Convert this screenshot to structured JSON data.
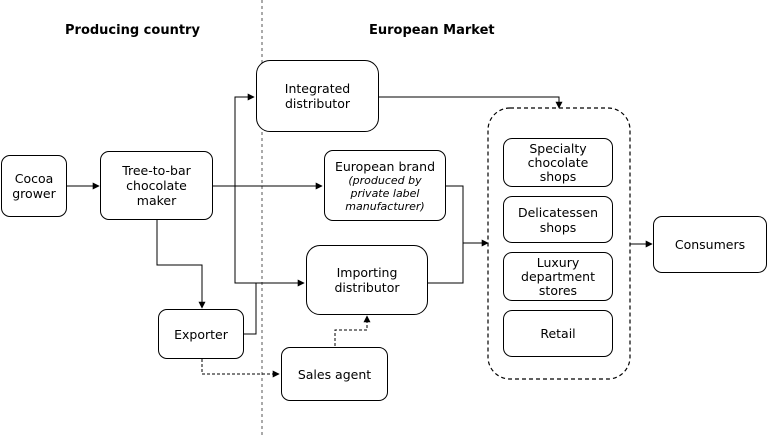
{
  "headings": {
    "producing": "Producing country",
    "european": "European Market"
  },
  "nodes": {
    "cocoa_grower": [
      "Cocoa",
      "grower"
    ],
    "tree_to_bar": [
      "Tree-to-bar",
      "chocolate",
      "maker"
    ],
    "exporter": [
      "Exporter"
    ],
    "sales_agent": [
      "Sales agent"
    ],
    "integrated_distributor": [
      "Integrated",
      "distributor"
    ],
    "european_brand": {
      "title": "European brand",
      "note": [
        "(produced by",
        "private label",
        "manufacturer)"
      ]
    },
    "importing_distributor": [
      "Importing",
      "distributor"
    ],
    "specialty_shops": [
      "Specialty",
      "chocolate",
      "shops"
    ],
    "delicatessen_shops": [
      "Delicatessen",
      "shops"
    ],
    "luxury_stores": [
      "Luxury",
      "department",
      "stores"
    ],
    "retail": [
      "Retail"
    ],
    "consumers": [
      "Consumers"
    ]
  }
}
